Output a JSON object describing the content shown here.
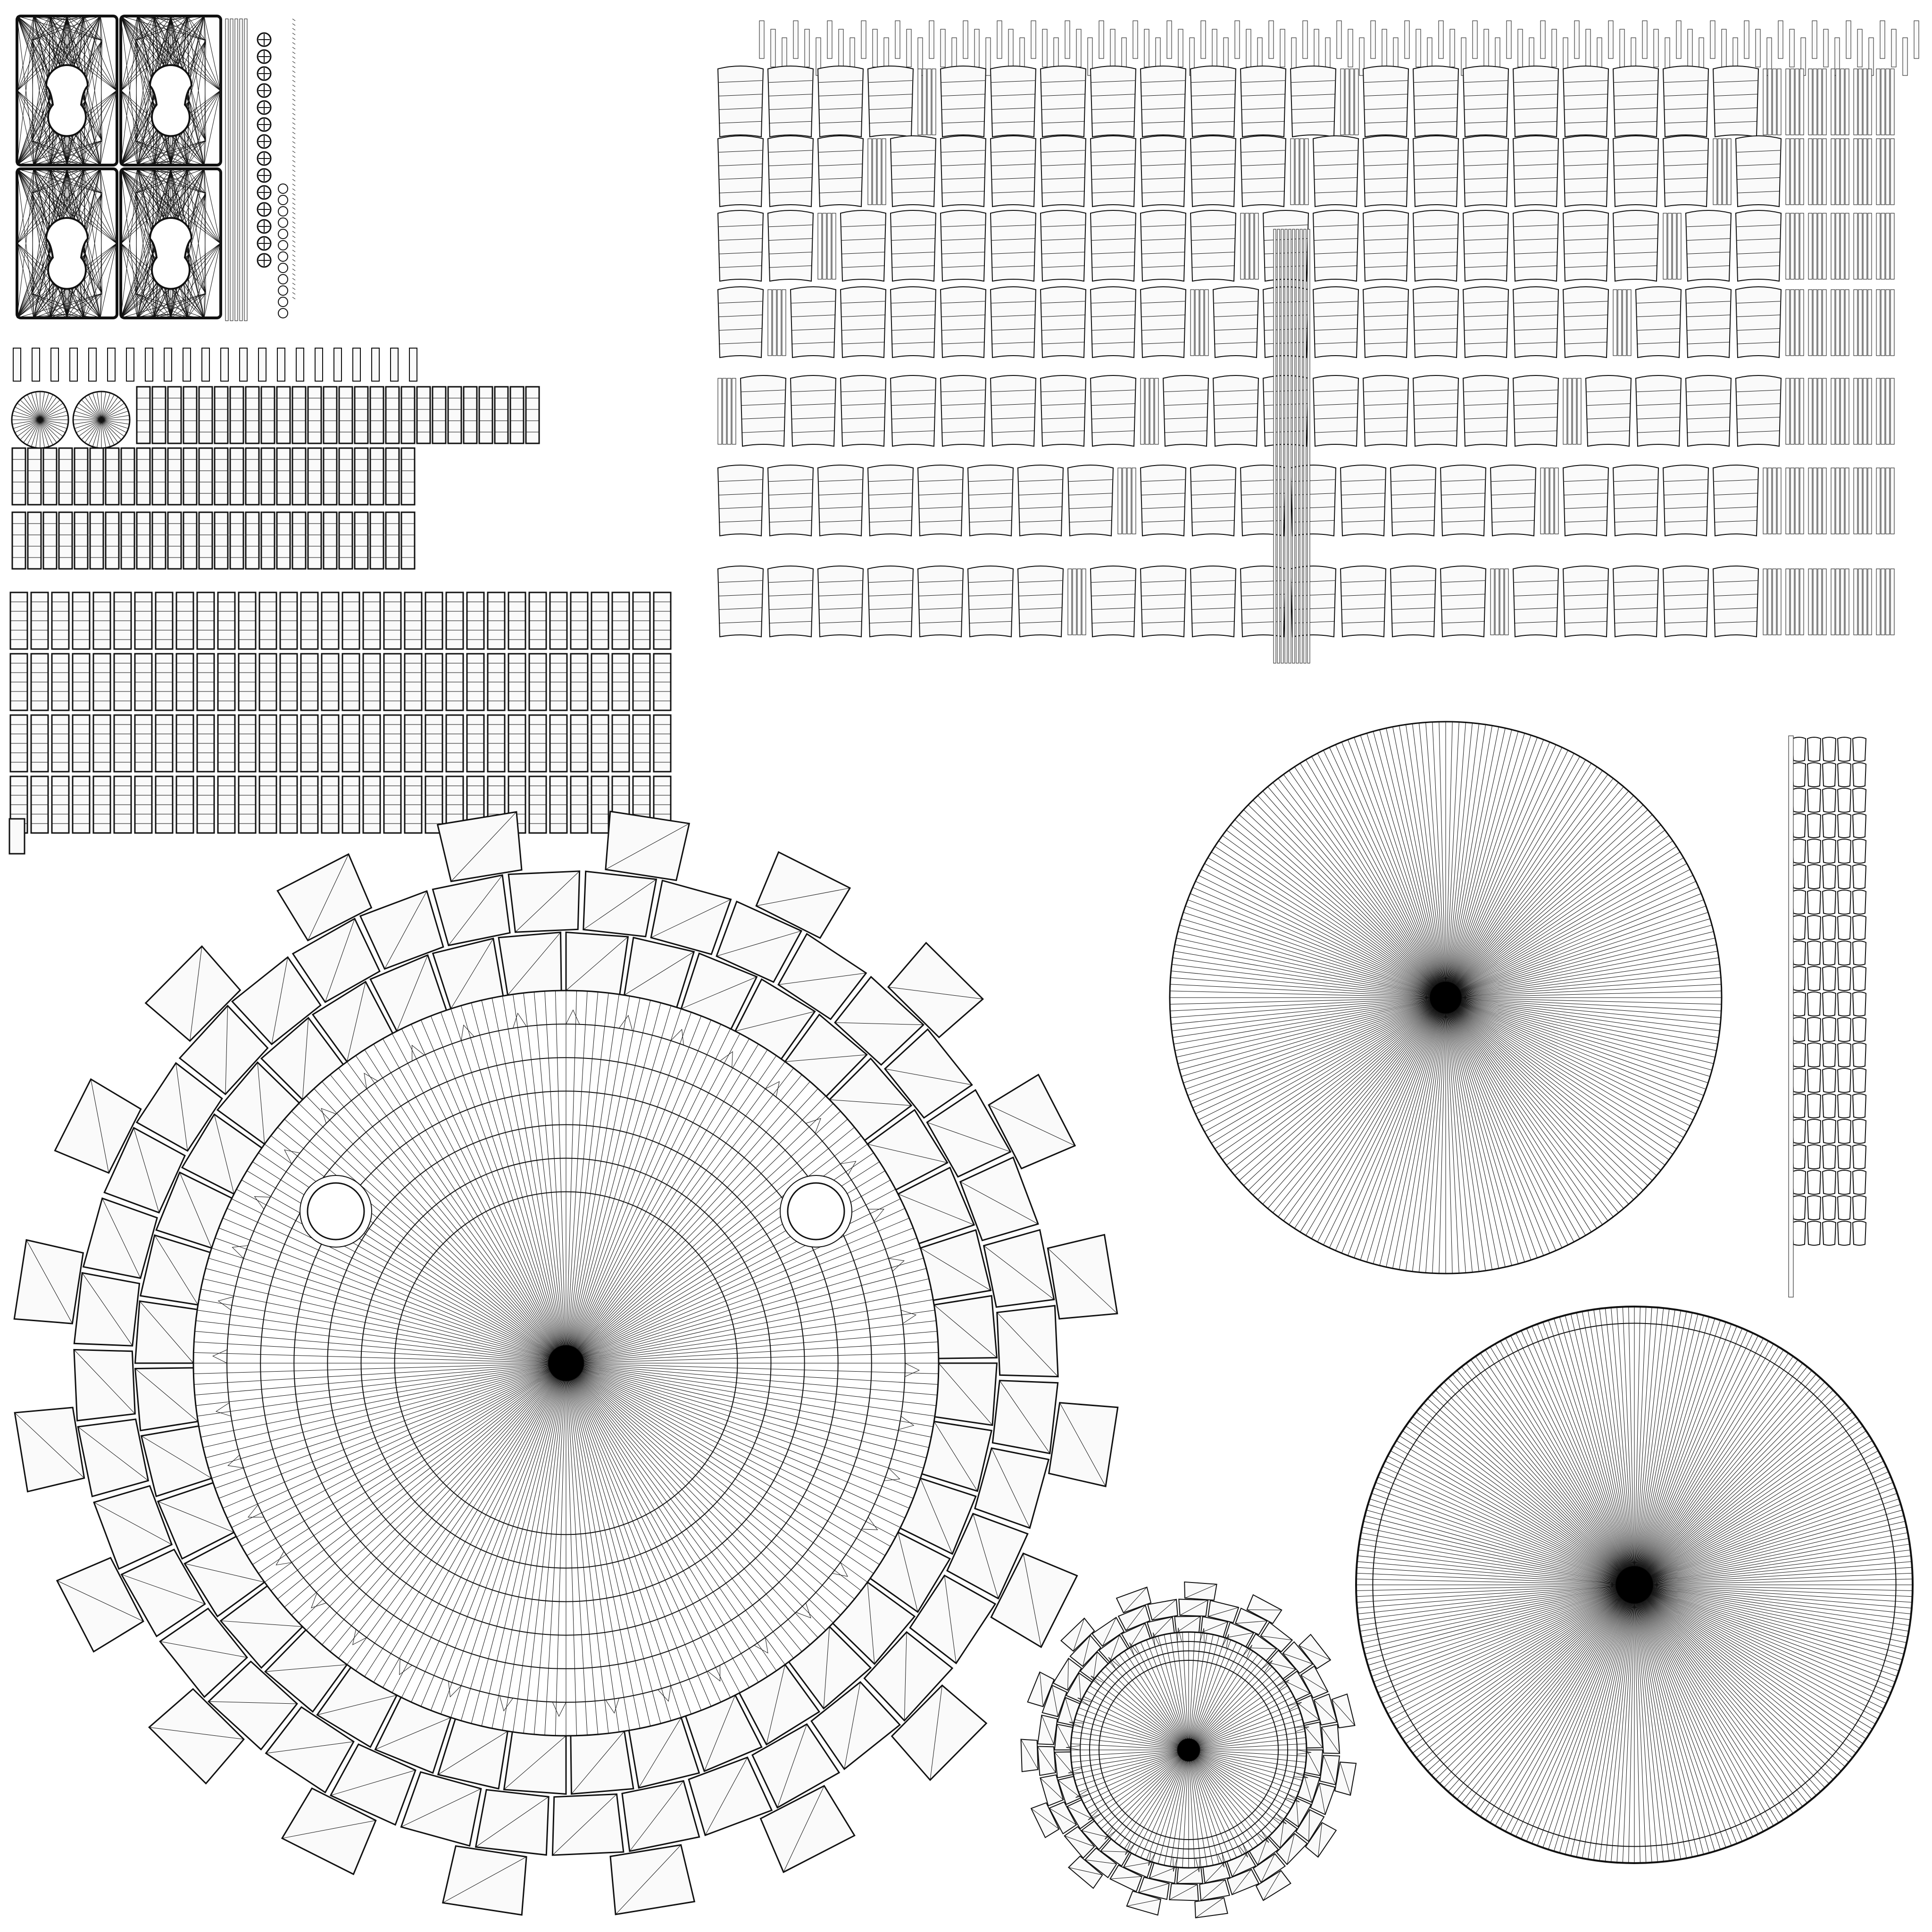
{
  "title": "",
  "colors": {
    "background": "#ffffff",
    "line": "#111111",
    "panel_fill": "#fafafa"
  },
  "content": {
    "kind": "uv-layout-wireframe",
    "text_visible": false,
    "radial_islands": [
      {
        "name": "large-disc-with-ring",
        "spokes": 220,
        "rings": 6,
        "notches": 40
      },
      {
        "name": "upper-right-disc",
        "spokes": 260,
        "rings": 0
      },
      {
        "name": "lower-right-disc",
        "spokes": 300,
        "rings": 1
      },
      {
        "name": "small-disc-with-ring",
        "spokes": 120,
        "rings": 3,
        "notches": 30
      }
    ]
  }
}
